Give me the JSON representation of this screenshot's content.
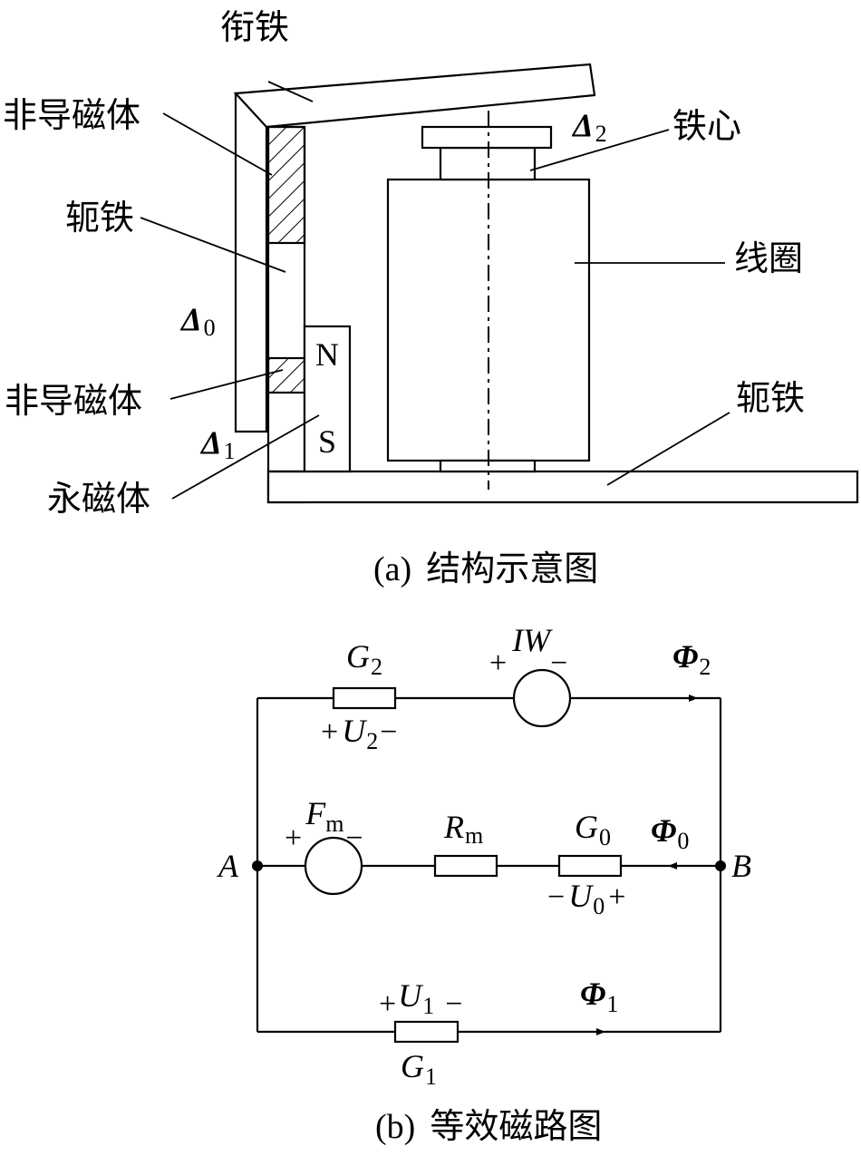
{
  "structure": {
    "labels": {
      "armature": "衔铁",
      "nonmag_top": "非导磁体",
      "yoke_left": "轭铁",
      "nonmag_mid": "非导磁体",
      "permanent_magnet": "永磁体",
      "core": "铁心",
      "coil": "线圈",
      "yoke_bottom": "轭铁",
      "delta0": "Δ",
      "delta0_sub": "0",
      "delta1": "Δ",
      "delta1_sub": "1",
      "delta2": "Δ",
      "delta2_sub": "2",
      "pole_n": "N",
      "pole_s": "S"
    },
    "caption_tag": "(a)",
    "caption": "结构示意图"
  },
  "circuit": {
    "node_a": "A",
    "node_b": "B",
    "g2": "G",
    "g2_sub": "2",
    "iw": "IW",
    "phi2": "Φ",
    "phi2_sub": "2",
    "u2": "U",
    "u2_sub": "2",
    "fm": "F",
    "fm_sub": "m",
    "rm": "R",
    "rm_sub": "m",
    "g0": "G",
    "g0_sub": "0",
    "phi0": "Φ",
    "phi0_sub": "0",
    "u0": "U",
    "u0_sub": "0",
    "u1": "U",
    "u1_sub": "1",
    "phi1": "Φ",
    "phi1_sub": "1",
    "g1": "G",
    "g1_sub": "1",
    "plus": "+",
    "minus": "−",
    "caption_tag": "(b)",
    "caption": "等效磁路图"
  }
}
